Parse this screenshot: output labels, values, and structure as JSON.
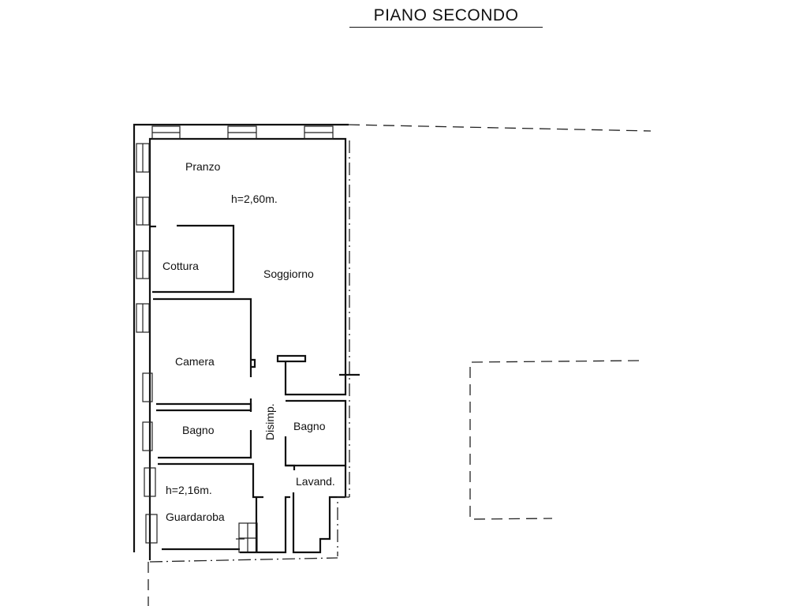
{
  "title": "PIANO SECONDO",
  "rooms": {
    "pranzo": "Pranzo",
    "height_main": "h=2,60m.",
    "cottura": "Cottura",
    "soggiorno": "Soggiorno",
    "camera": "Camera",
    "bagno_left": "Bagno",
    "disimp": "Disimp.",
    "bagno_right": "Bagno",
    "lavand": "Lavand.",
    "height_guardaroba": "h=2,16m.",
    "guardaroba": "Guardaroba"
  }
}
